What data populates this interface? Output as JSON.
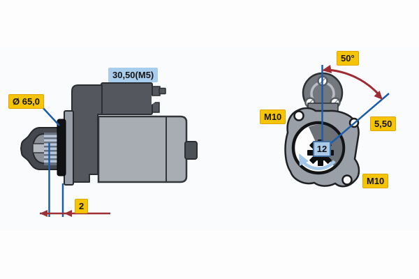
{
  "diagram": {
    "side_view": {
      "pinion_diameter_label": "Ø 65,0",
      "terminal_thread_label": "30,50(M5)",
      "pinion_offset_label": "2"
    },
    "flange_view": {
      "mounting_angle_label": "50°",
      "bolt_hole_left_label": "M10",
      "flange_depth_label": "5,50",
      "bolt_hole_right_label": "M10",
      "pinion_teeth_count": "12"
    },
    "colors": {
      "label_yellow": "#f5c402",
      "label_blue": "#a9cdec",
      "dimension_red": "#9c2b32",
      "dimension_blue": "#1d5ca6",
      "rotation_arrow_blue": "#a3c7e8",
      "part_dark_gray": "#54585e",
      "part_light_gray": "#a8adb3"
    }
  }
}
